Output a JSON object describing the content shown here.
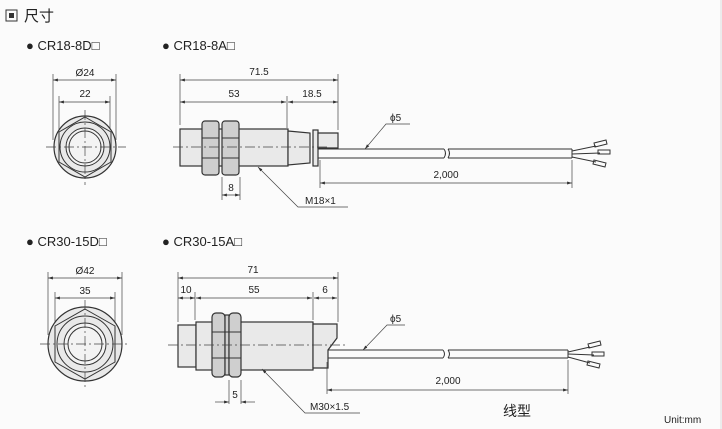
{
  "section_title": "尺寸",
  "models": {
    "top_front": "● CR18-8D□",
    "top_side": "● CR18-8A□",
    "bottom_front": "● CR30-15D□",
    "bottom_side": "● CR30-15A□"
  },
  "top": {
    "outer_diameter": "Ø24",
    "hex": "22",
    "length_total": "71.5",
    "length_body": "53",
    "length_tail": "18.5",
    "nut_width": "8",
    "thread": "M18×1",
    "cable_diameter": "ϕ5",
    "cable_length": "2,000"
  },
  "bottom": {
    "outer_diameter": "Ø42",
    "hex": "35",
    "length_total": "71",
    "length_front": "10",
    "length_body": "55",
    "length_tail": "6",
    "nut_width": "5",
    "thread": "M30×1.5",
    "cable_diameter": "ϕ5",
    "cable_length": "2,000"
  },
  "cable_type": "线型",
  "unit": "Unit:mm"
}
